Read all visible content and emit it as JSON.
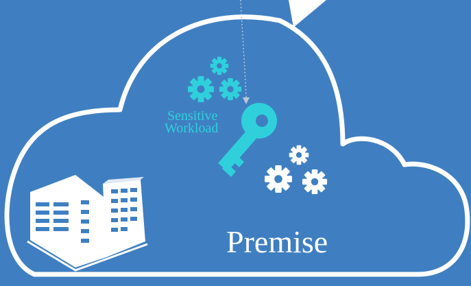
{
  "labels": {
    "workload_line1": "Sensitive",
    "workload_line2": "Workload",
    "premise": "Premise"
  },
  "colors": {
    "background": "#3f7fc1",
    "accent": "#2fd0dc",
    "outline": "#ffffff",
    "arrow": "#b8c8d8"
  },
  "icons": [
    "cloud-outline",
    "gears-icon",
    "key-icon",
    "building-icon",
    "arrow-icon"
  ]
}
